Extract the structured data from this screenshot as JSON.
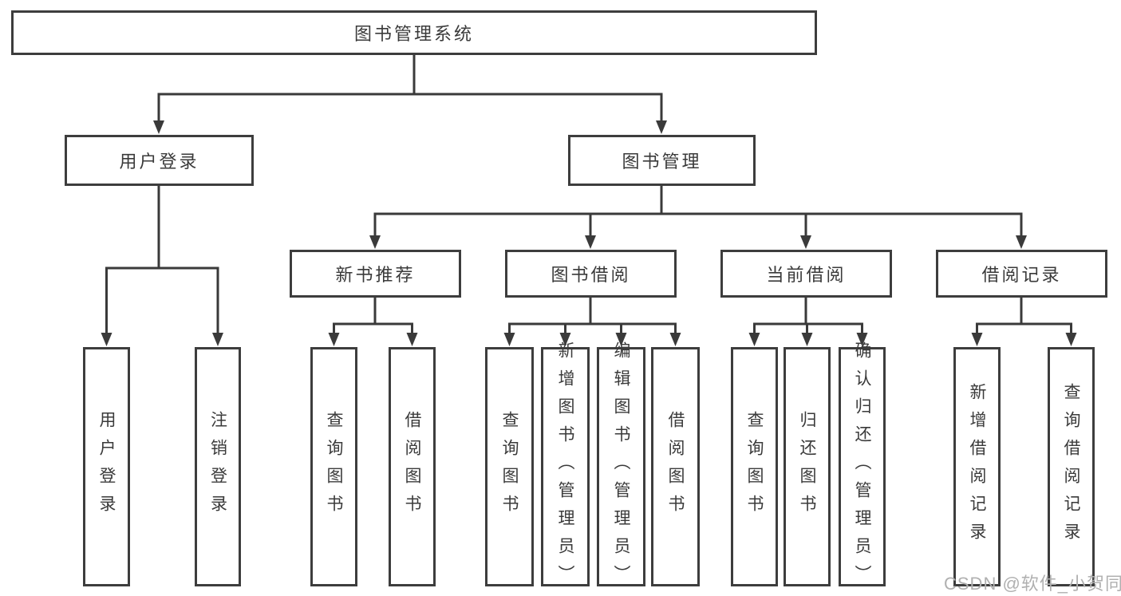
{
  "page": {
    "watermark": "CSDN @软件_小贺同学"
  },
  "tree": {
    "root": "图书管理系统",
    "user_login": {
      "label": "用户登录",
      "children": [
        "用户登录",
        "注销登录"
      ]
    },
    "book_mgmt": {
      "label": "图书管理",
      "sections": [
        {
          "label": "新书推荐",
          "children": [
            "查询图书",
            "借阅图书"
          ]
        },
        {
          "label": "图书借阅",
          "children": [
            "查询图书",
            "新增图书（管理员）",
            "编辑图书（管理员）",
            "借阅图书"
          ]
        },
        {
          "label": "当前借阅",
          "children": [
            "查询图书",
            "归还图书",
            "确认归还（管理员）"
          ]
        },
        {
          "label": "借阅记录",
          "children": [
            "新增借阅记录",
            "查询借阅记录"
          ]
        }
      ]
    },
    "colors": {
      "line": "#3a3a3a",
      "border": "#3d3d3d",
      "text": "#3a3a3a",
      "watermark": "#b0b0b0"
    }
  }
}
